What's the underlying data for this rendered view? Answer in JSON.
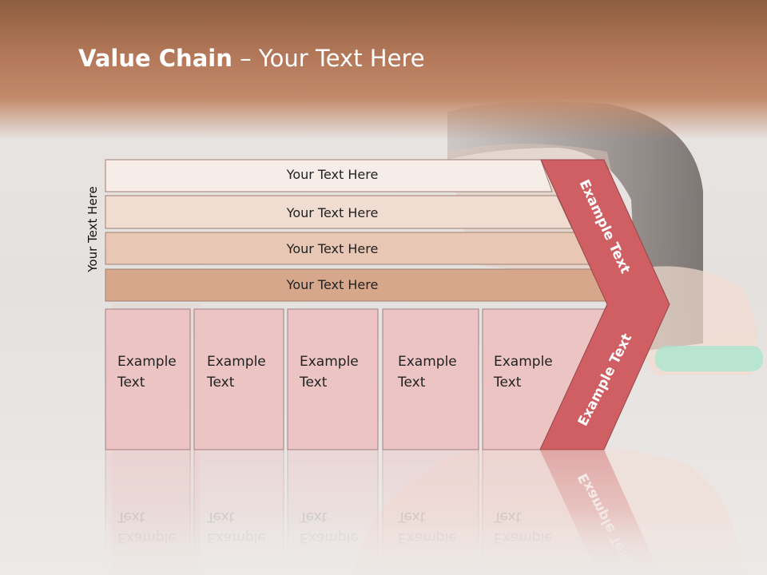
{
  "slide": {
    "title_bold": "Value Chain",
    "title_rest": " – Your Text Here",
    "side_label": "Your Text Here"
  },
  "bars": [
    {
      "label": "Your Text Here"
    },
    {
      "label": "Your Text Here"
    },
    {
      "label": "Your Text Here"
    },
    {
      "label": "Your Text Here"
    }
  ],
  "boxes": [
    {
      "line1": "Example",
      "line2": "Text"
    },
    {
      "line1": "Example",
      "line2": "Text"
    },
    {
      "line1": "Example",
      "line2": "Text"
    },
    {
      "line1": "Example",
      "line2": "Text"
    },
    {
      "line1": "Example",
      "line2": "Text"
    }
  ],
  "chevron": {
    "upper_label": "Example Text",
    "lower_label": "Example Text"
  },
  "colors": {
    "bar_1": "#f7ede8",
    "bar_2": "#f0dcd0",
    "bar_3": "#e8c7b4",
    "bar_4": "#d6a78b",
    "box": "#ecc4c4",
    "chevron": "#cf5f62"
  }
}
